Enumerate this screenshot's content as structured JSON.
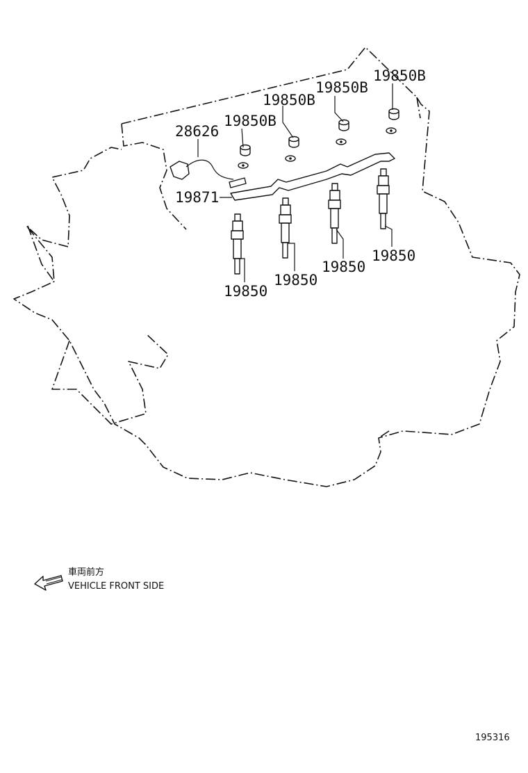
{
  "callouts": {
    "nut_1": "19850B",
    "nut_2": "19850B",
    "nut_3": "19850B",
    "nut_4": "19850B",
    "sensor": "28626",
    "bus_bar": "19871",
    "plug_1": "19850",
    "plug_2": "19850",
    "plug_3": "19850",
    "plug_4": "19850"
  },
  "legend": {
    "japanese": "車両前方",
    "english": "VEHICLE FRONT SIDE"
  },
  "reference_number": "195316"
}
